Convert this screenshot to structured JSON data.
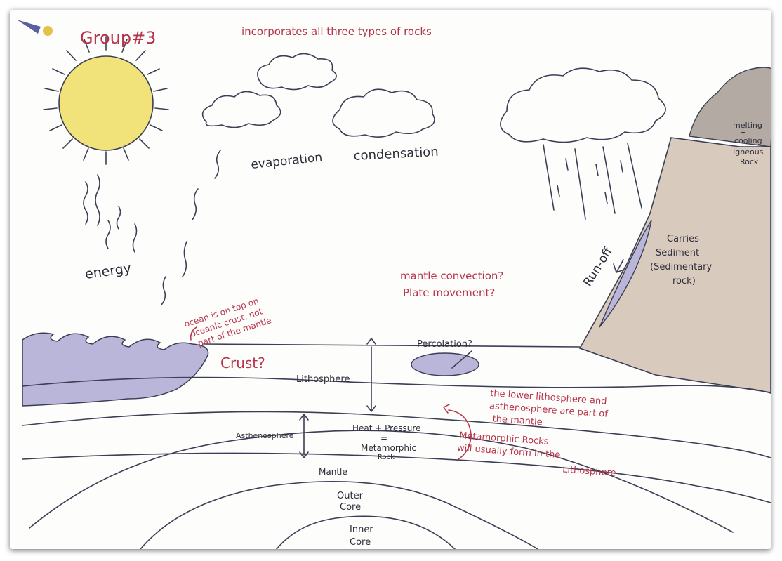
{
  "title": {
    "group": "Group#3",
    "subtitle": "incorporates all three types of rocks"
  },
  "labels": {
    "energy": "energy",
    "evaporation": "evaporation",
    "condensation": "condensation",
    "run_off": "Run-off",
    "melting_cooling": [
      "melting",
      "+",
      "cooling",
      "Igneous",
      "Rock"
    ],
    "carries_sediment": [
      "Carries",
      "Sediment",
      "(Sedimentary",
      "rock)"
    ],
    "percolation": "Percolation?",
    "lithosphere": "Lithosphere",
    "asthenosphere": "Asthenosphere",
    "heat_pressure": [
      "Heat + Pressure",
      "=",
      "Metamorphic",
      "Rock"
    ],
    "mantle": "Mantle",
    "outer_core": [
      "Outer",
      "Core"
    ],
    "inner_core": [
      "Inner",
      "Core"
    ]
  },
  "annotations": {
    "ocean_note": [
      "ocean is on top on",
      "oceanic crust, not",
      "part of the mantle"
    ],
    "mantle_convection": [
      "mantle convection?",
      "Plate movement?"
    ],
    "crust": "Crust?",
    "lower_litho_note": [
      "the lower lithosphere and",
      "asthenosphere are part of",
      "the mantle"
    ],
    "metamorphic_note": [
      "Metamorphic Rocks",
      "will usually form in the",
      "Lithosphere"
    ]
  },
  "colors": {
    "ink": "#3b3f55",
    "red_ink": "#b8334a",
    "sun": "#f2e27a",
    "water": "#b9b6d9",
    "mountain": "#d8cbbd",
    "igneous": "#b3aba3"
  }
}
